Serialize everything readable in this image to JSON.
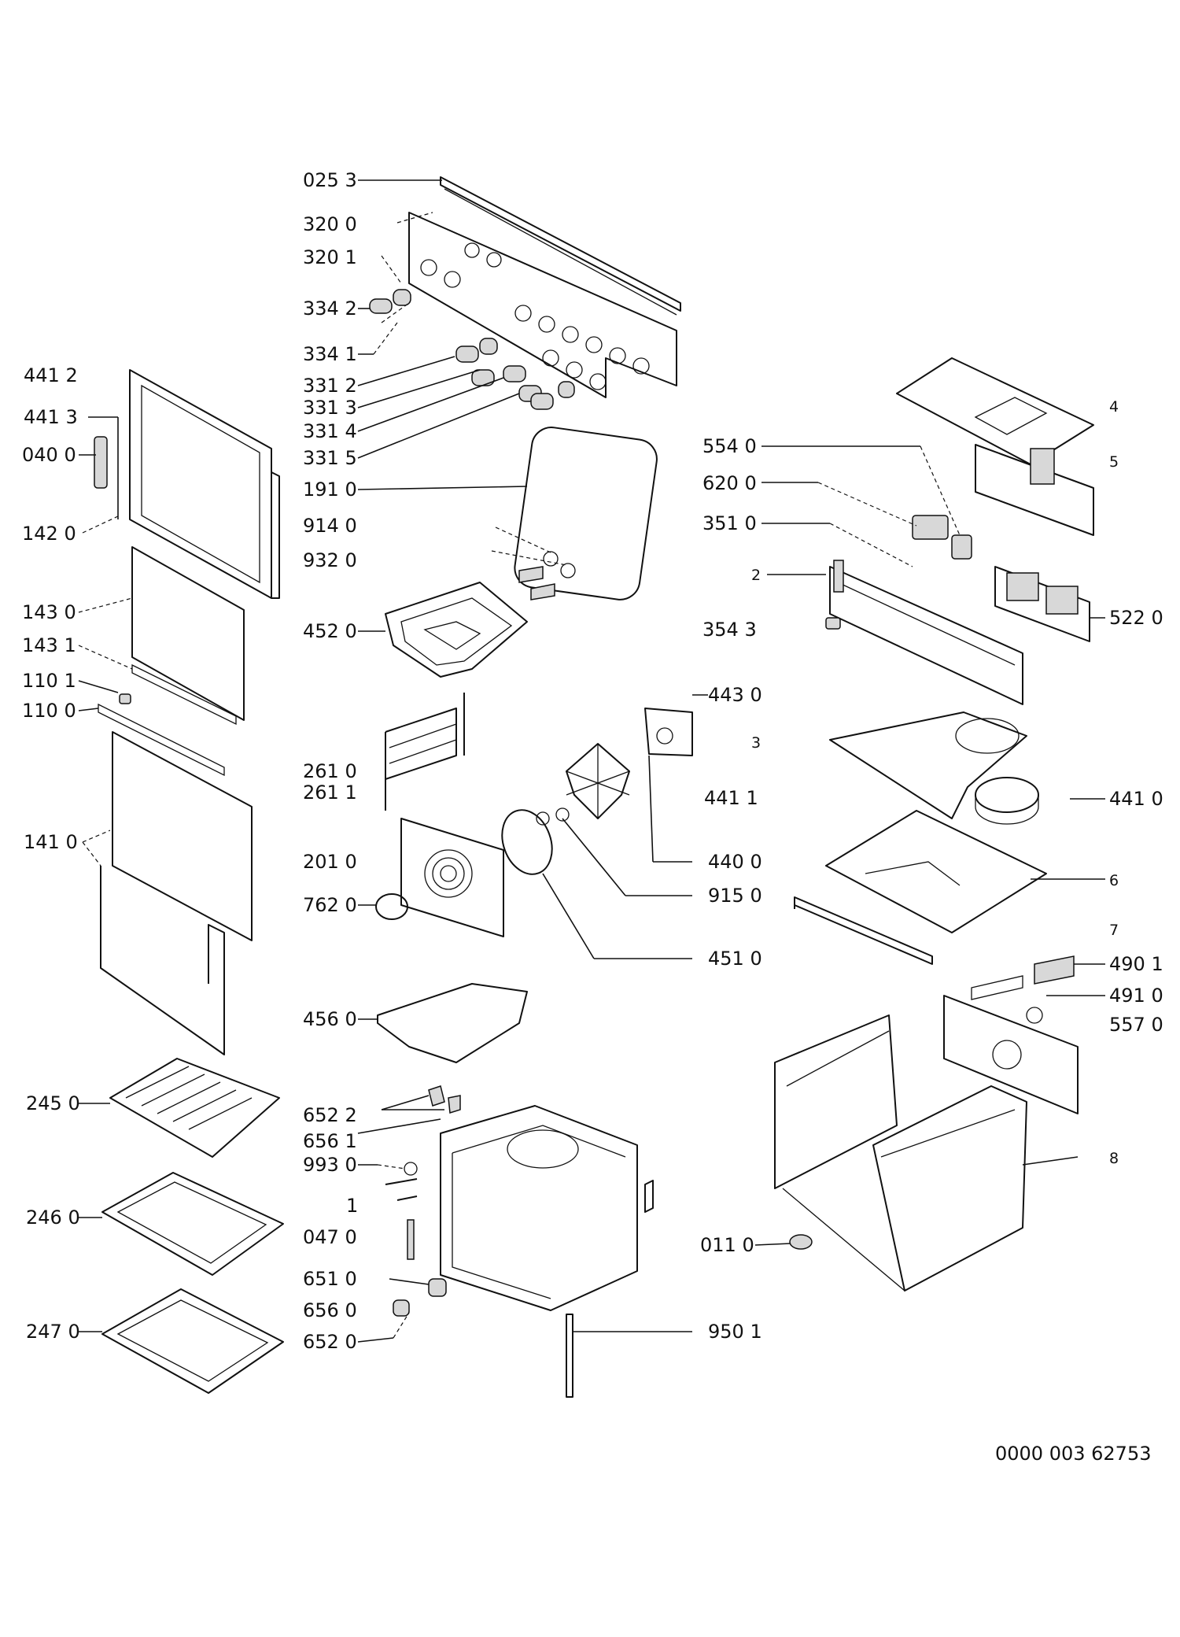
{
  "document_code": "0000 003 62753",
  "callouts": {
    "c0253": "025 3",
    "c3200": "320 0",
    "c3201": "320 1",
    "c3342": "334 2",
    "c3341": "334 1",
    "c3312": "331 2",
    "c3313": "331 3",
    "c3314": "331 4",
    "c3315": "331 5",
    "c1910": "191 0",
    "c9140": "914 0",
    "c9320": "932 0",
    "c4520": "452 0",
    "c2610": "261 0",
    "c2611": "261 1",
    "c2010": "201 0",
    "c7620": "762 0",
    "c4560": "456 0",
    "c6522": "652 2",
    "c6561": "656 1",
    "c9930": "993 0",
    "c1": "1",
    "c0470": "047 0",
    "c6510": "651 0",
    "c6560": "656 0",
    "c6520": "652 0",
    "c4412": "441 2",
    "c4413": "441 3",
    "c0400": "040 0",
    "c1420": "142 0",
    "c1430": "143 0",
    "c1431": "143 1",
    "c1101": "110 1",
    "c1100": "110 0",
    "c1410": "141 0",
    "c2450": "245 0",
    "c2460": "246 0",
    "c2470": "247 0",
    "c4430": "443 0",
    "c4411": "441 1",
    "c4400": "440 0",
    "c9150": "915 0",
    "c4510": "451 0",
    "c9501": "950 1",
    "c5540": "554 0",
    "c6200": "620 0",
    "c3510": "351 0",
    "c2": "2",
    "c3543": "354 3",
    "c3": "3",
    "c4": "4",
    "c5": "5",
    "c5220": "522 0",
    "c4410": "441 0",
    "c6": "6",
    "c7": "7",
    "c4901": "490 1",
    "c4910": "491 0",
    "c5570": "557 0",
    "c8": "8",
    "c0110": "011 0"
  }
}
